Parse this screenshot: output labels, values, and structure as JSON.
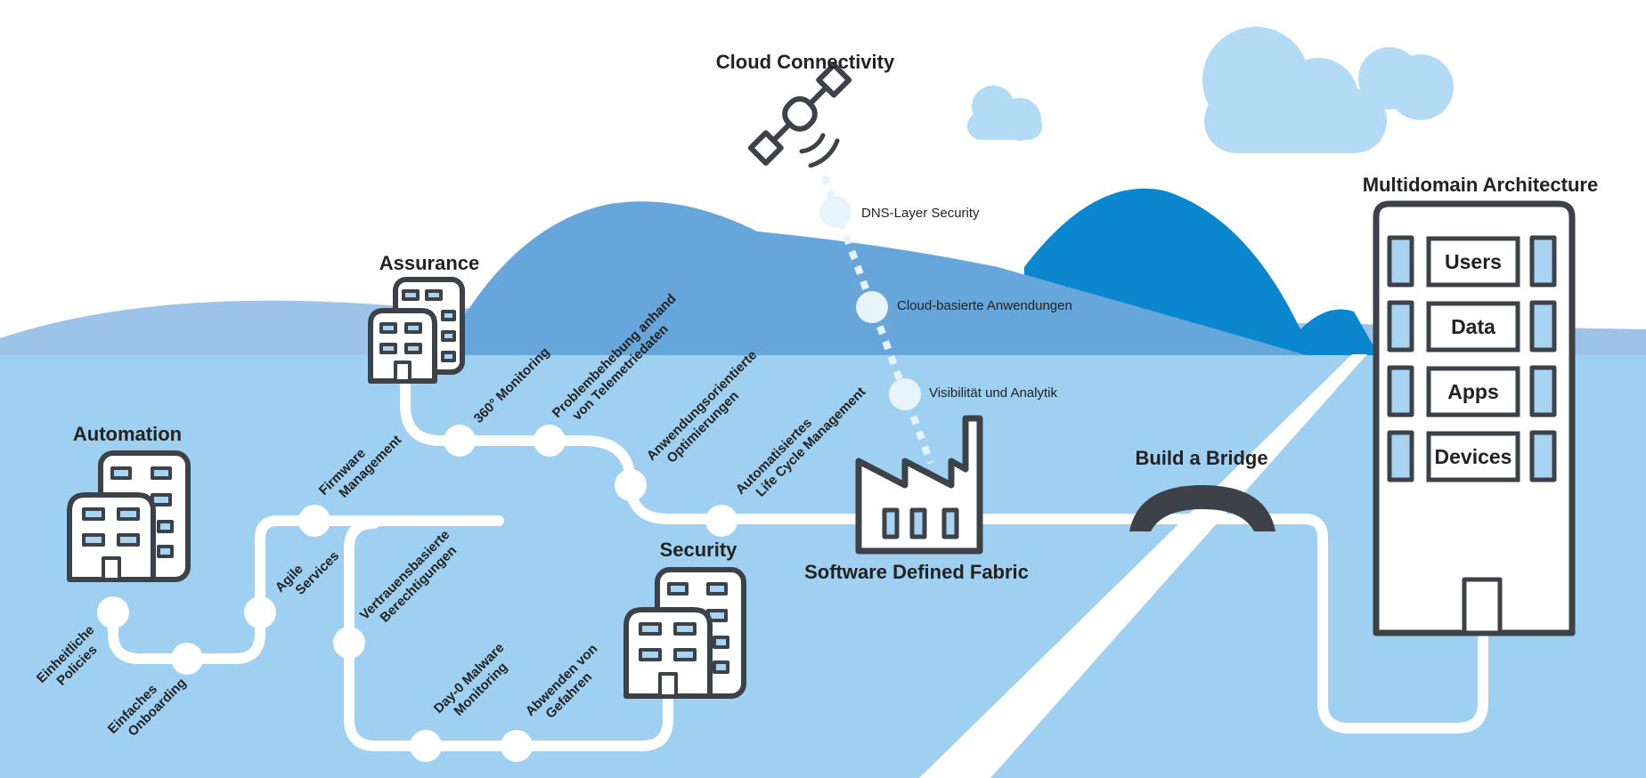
{
  "colors": {
    "sky": "#ffffff",
    "water": "#9fd0f1",
    "hill_back": "#9ec3e8",
    "hill_mid": "#67a6db",
    "hill_front": "#0a87cf",
    "cloud": "#b3dbf6",
    "path": "#ffffff",
    "icon": "#3c4248",
    "window": "#a8d4f2"
  },
  "titles": {
    "cloud": "Cloud Connectivity",
    "multidomain": "Multidomain Architecture",
    "assurance": "Assurance",
    "automation": "Automation",
    "security": "Security",
    "fabric": "Software Defined Fabric",
    "bridge": "Build a Bridge"
  },
  "cloud_labels": {
    "dns": "DNS-Layer Security",
    "apps": "Cloud-basierte Anwendungen",
    "visibility": "Visibilität und Analytik"
  },
  "path_labels": {
    "monitoring360": "360° Monitoring",
    "problem_l1": "Problembehebung anhand",
    "problem_l2": "von Telemetriedaten",
    "appopt_l1": "Anwendungsorientierte",
    "appopt_l2": "Optimierungen",
    "lifecycle_l1": "Automatisiertes",
    "lifecycle_l2": "Life Cycle Management",
    "firmware_l1": "Firmware",
    "firmware_l2": "Management",
    "agile_l1": "Agile",
    "agile_l2": "Services",
    "policies_l1": "Einheitliche",
    "policies_l2": "Policies",
    "onboarding_l1": "Einfaches",
    "onboarding_l2": "Onboarding",
    "trust_l1": "Vertrauensbasierte",
    "trust_l2": "Berechtigungen",
    "malware_l1": "Day-0 Malware",
    "malware_l2": "Monitoring",
    "threats_l1": "Abwenden von",
    "threats_l2": "Gefahren"
  },
  "domains": [
    "Users",
    "Data",
    "Apps",
    "Devices"
  ],
  "icons": {
    "satellite": "satellite-icon",
    "factory": "factory-icon",
    "bridge": "bridge-icon",
    "office": "office-building-icon",
    "tower": "tower-building-icon",
    "cloud": "cloud-icon"
  }
}
